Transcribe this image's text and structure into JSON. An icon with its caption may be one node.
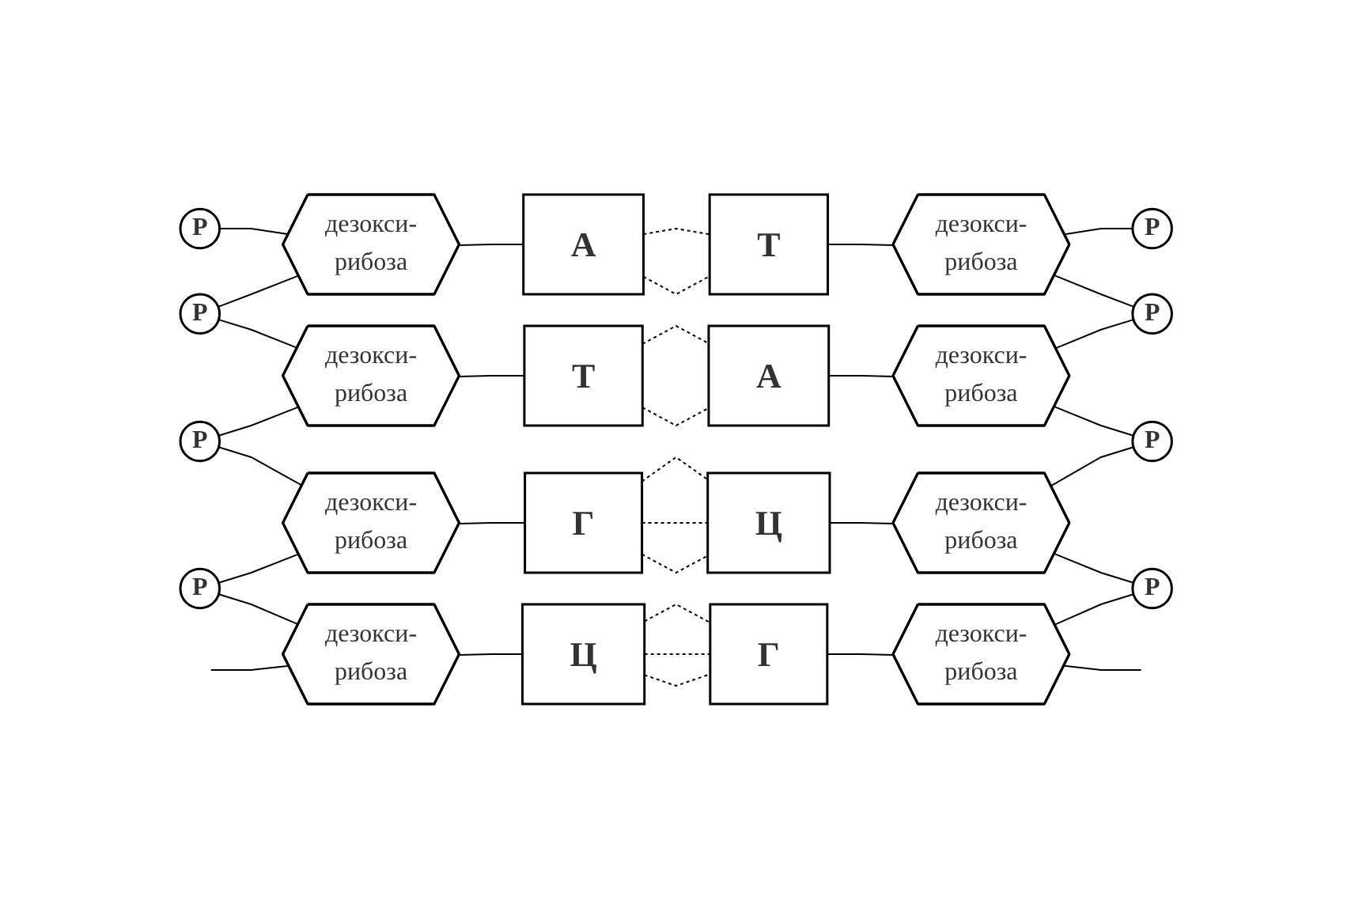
{
  "diagram": {
    "nodes": [
      {
        "text": [
          "Р"
        ]
      },
      {
        "text": [
          "дезокси- рибоза"
        ]
      },
      {
        "text": [
          "А"
        ]
      },
      {
        "text": [
          "Т"
        ]
      },
      {
        "text": [
          "дезокси- рибоза"
        ]
      },
      {
        "text": [
          "Р"
        ]
      },
      {
        "text": [
          "Р"
        ]
      },
      {
        "text": [
          "Р"
        ]
      },
      {
        "text": [
          "дезокси- рибоза"
        ]
      },
      {
        "text": [
          "Т"
        ]
      },
      {
        "text": [
          "А"
        ]
      },
      {
        "text": [
          "дезокси- рибоза"
        ]
      },
      {
        "text": [
          "Р"
        ]
      },
      {
        "text": [
          "Р"
        ]
      },
      {
        "text": [
          "дезокси- рибоза"
        ]
      },
      {
        "text": [
          "Г"
        ]
      },
      {
        "text": [
          "Ц"
        ]
      },
      {
        "text": [
          "дезокси- рибоза"
        ]
      },
      {
        "text": [
          "Р"
        ]
      },
      {
        "text": [
          "Р"
        ]
      },
      {
        "text": [
          "дезокси- рибоза"
        ]
      },
      {
        "text": [
          "Ц"
        ]
      },
      {
        "text": [
          "Г"
        ]
      },
      {
        "text": [
          "дезокси- рибоза"
        ]
      }
    ],
    "edges": [
      {
        "from": 0,
        "to": 1,
        "arrow": "none"
      },
      {
        "from": 1,
        "to": 2,
        "arrow": "none"
      },
      {
        "from": 2,
        "to": 3,
        "arrow": "none",
        "style": "dashed"
      },
      {
        "from": 2,
        "to": 3,
        "arrow": "none",
        "style": "dashed"
      },
      {
        "from": 3,
        "to": 4,
        "arrow": "none"
      },
      {
        "from": 4,
        "to": 5,
        "arrow": "none"
      },
      {
        "from": 6,
        "to": 1,
        "arrow": "none"
      },
      {
        "from": 4,
        "to": 7,
        "arrow": "none"
      },
      {
        "from": 6,
        "to": 8,
        "arrow": "none"
      },
      {
        "from": 8,
        "to": 9,
        "arrow": "none"
      },
      {
        "from": 9,
        "to": 10,
        "arrow": "none",
        "style": "dashed"
      },
      {
        "from": 9,
        "to": 10,
        "arrow": "none",
        "style": "dashed"
      },
      {
        "from": 10,
        "to": 11,
        "arrow": "none"
      },
      {
        "from": 11,
        "to": 7,
        "arrow": "none"
      },
      {
        "from": 12,
        "to": 8,
        "arrow": "none"
      },
      {
        "from": 11,
        "to": 13,
        "arrow": "none"
      },
      {
        "from": 12,
        "to": 14,
        "arrow": "none"
      },
      {
        "from": 14,
        "to": 15,
        "arrow": "none"
      },
      {
        "from": 15,
        "to": 16,
        "arrow": "none",
        "style": "dashed"
      },
      {
        "from": 15,
        "to": 16,
        "arrow": "none",
        "style": "dashed"
      },
      {
        "from": 15,
        "to": 16,
        "arrow": "none",
        "style": "dashed"
      },
      {
        "from": 16,
        "to": 17,
        "arrow": "none"
      },
      {
        "from": 17,
        "to": 13,
        "arrow": "none"
      },
      {
        "from": 18,
        "to": 14,
        "arrow": "none"
      },
      {
        "from": 17,
        "to": 19,
        "arrow": "none"
      },
      {
        "from": 18,
        "to": 20,
        "arrow": "none"
      },
      {
        "from": 20,
        "to": 21,
        "arrow": "none"
      },
      {
        "from": 21,
        "to": 22,
        "arrow": "none",
        "style": "dashed"
      },
      {
        "from": 21,
        "to": 22,
        "arrow": "none",
        "style": "dashed"
      },
      {
        "from": 21,
        "to": 22,
        "arrow": "none",
        "style": "dashed"
      },
      {
        "from": 22,
        "to": 23,
        "arrow": "none"
      },
      {
        "from": 23,
        "to": 19,
        "arrow": "none"
      },
      {
        "from": null,
        "to": 20,
        "arrow": "none"
      },
      {
        "from": 23,
        "to": null,
        "arrow": "none"
      }
    ]
  }
}
